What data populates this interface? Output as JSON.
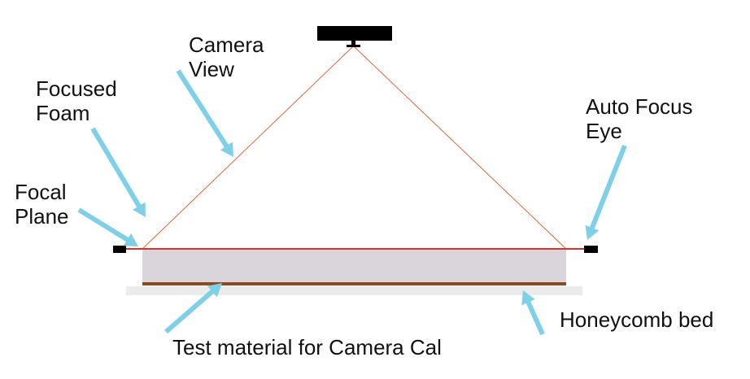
{
  "labels": {
    "camera_view": [
      "Camera",
      "View"
    ],
    "focused_foam": [
      "Focused",
      "Foam"
    ],
    "auto_focus_eye": [
      "Auto Focus",
      "Eye"
    ],
    "focal_plane": [
      "Focal",
      "Plane"
    ],
    "honeycomb_bed": "Honeycomb bed",
    "test_material": "Test material for Camera Cal"
  },
  "colors": {
    "arrow": "#7ecfe8",
    "view_lines": "#e8623a",
    "focal_plane_line": "#d9342b",
    "foam": "#d9d5da",
    "test_material": "#8b4a22",
    "honeycomb_bed": "#ebebeb",
    "camera": "#000000",
    "auto_focus_eye": "#000000"
  }
}
